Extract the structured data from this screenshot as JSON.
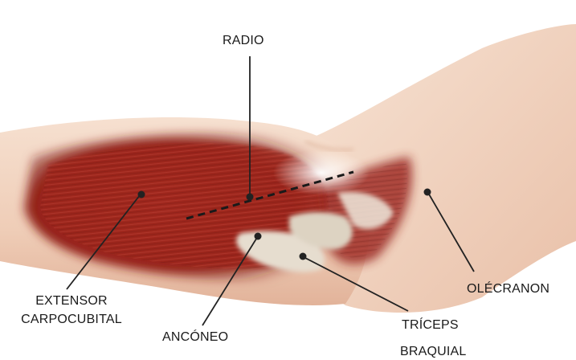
{
  "diagram": {
    "labels": {
      "radio": "RADIO",
      "extensor_line1": "EXTENSOR",
      "extensor_line2": "CARPOCUBITAL",
      "anconeo": "ANCÓNEO",
      "triceps": "TRÍCEPS",
      "braquial": "BRAQUIAL",
      "olecranon": "OLÉCRANON"
    },
    "colors": {
      "skin": "#f1d2bd",
      "skin_shadow": "#e3b59d",
      "muscle": "#a52a22",
      "muscle_dark": "#7a1713",
      "bone": "#e3dccd",
      "pointer": "#222222"
    }
  }
}
